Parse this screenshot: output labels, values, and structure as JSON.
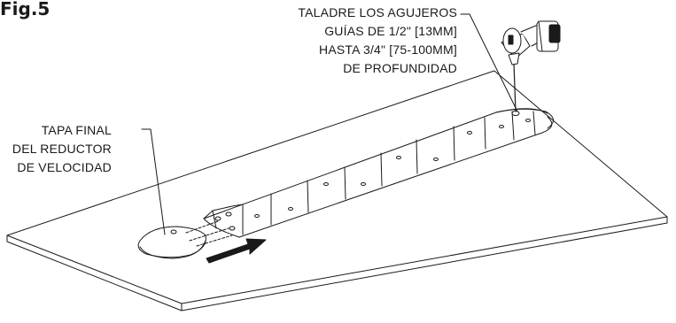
{
  "figure": {
    "label": "Fig.5"
  },
  "callouts": {
    "drill": {
      "lines": [
        "TALADRE LOS AGUJEROS",
        "GUÍAS DE 1/2\" [13MM]",
        "HASTA 3/4\" [75-100MM]",
        "DE PROFUNDIDAD"
      ]
    },
    "end_cap": {
      "lines": [
        "TAPA FINAL",
        "DEL REDUCTOR",
        "DE VELOCIDAD"
      ]
    }
  },
  "colors": {
    "line": "#1a1a1a",
    "arrow": "#1a1a1a",
    "background": "#ffffff"
  },
  "icons": [
    "drill-icon",
    "direction-arrow-icon"
  ]
}
